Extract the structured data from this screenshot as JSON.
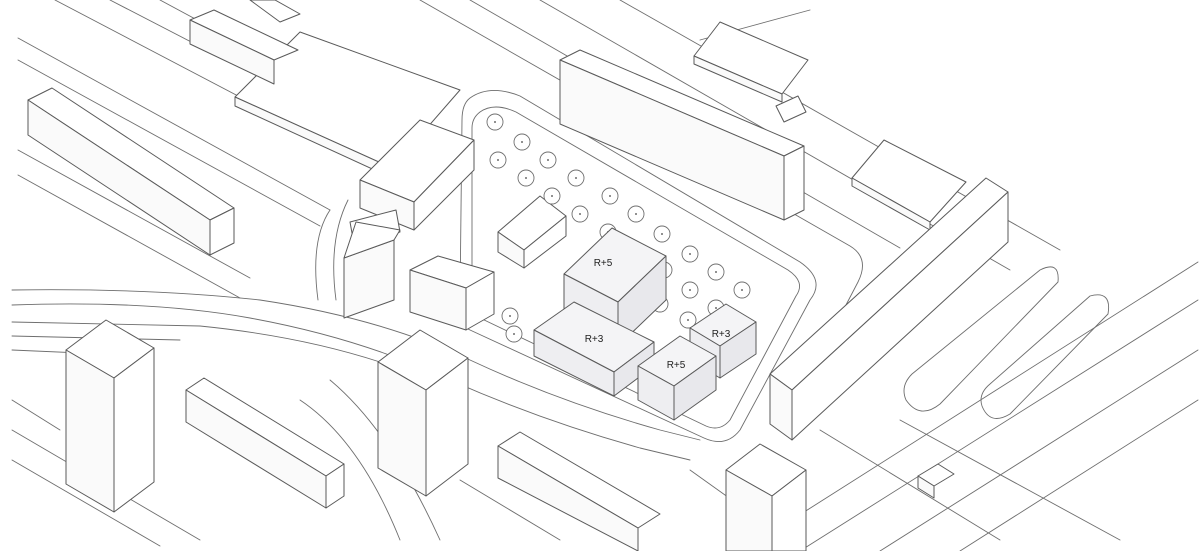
{
  "diagram": {
    "labels": [
      "R+5",
      "R+3",
      "R+5",
      "R+3"
    ],
    "colors": {
      "line": "#6e6e6e",
      "new_building_fill": "#eeeef1",
      "background": "#ffffff"
    }
  }
}
